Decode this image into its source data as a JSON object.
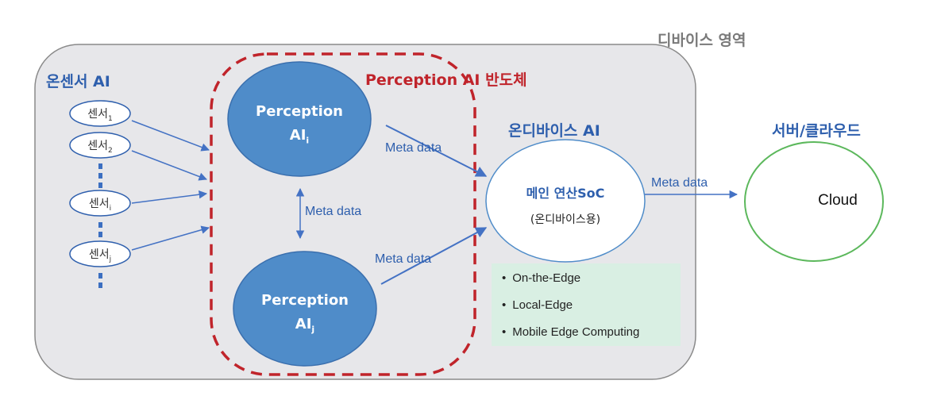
{
  "device_area_label": "디바이스 영역",
  "on_sensor_label": "온센서 AI",
  "perception_chip_label": "Perception AI 반도체",
  "on_device_label": "온디바이스 AI",
  "server_cloud_label": "서버/클라우드",
  "sensors": [
    {
      "name": "센서",
      "sub": "1"
    },
    {
      "name": "센서",
      "sub": "2"
    },
    {
      "name": "센서",
      "sub": "i"
    },
    {
      "name": "센서",
      "sub": "j"
    }
  ],
  "perception_i": {
    "title": "Perception",
    "name": "AI",
    "sub": "i"
  },
  "perception_j": {
    "title": "Perception",
    "name": "AI",
    "sub": "j"
  },
  "meta_labels": {
    "top": "Meta data",
    "middle": "Meta data",
    "bottom": "Meta data",
    "to_cloud": "Meta data"
  },
  "soc": {
    "title": "메인 연산SoC",
    "subtitle": "(온디바이스용)"
  },
  "cloud_label": "Cloud",
  "edge_items": [
    "On-the-Edge",
    "Local-Edge",
    "Mobile Edge Computing"
  ],
  "colors": {
    "device_area_fill": "#e7e7ea",
    "device_area_border": "#8a8a8a",
    "chip_border": "#c0242b",
    "perception_fill": "#4f8cc9",
    "arrow": "#4472c4",
    "cloud_border": "#5cb85c",
    "edge_box": "#d9efe3",
    "heading_blue": "#2e5fad"
  }
}
